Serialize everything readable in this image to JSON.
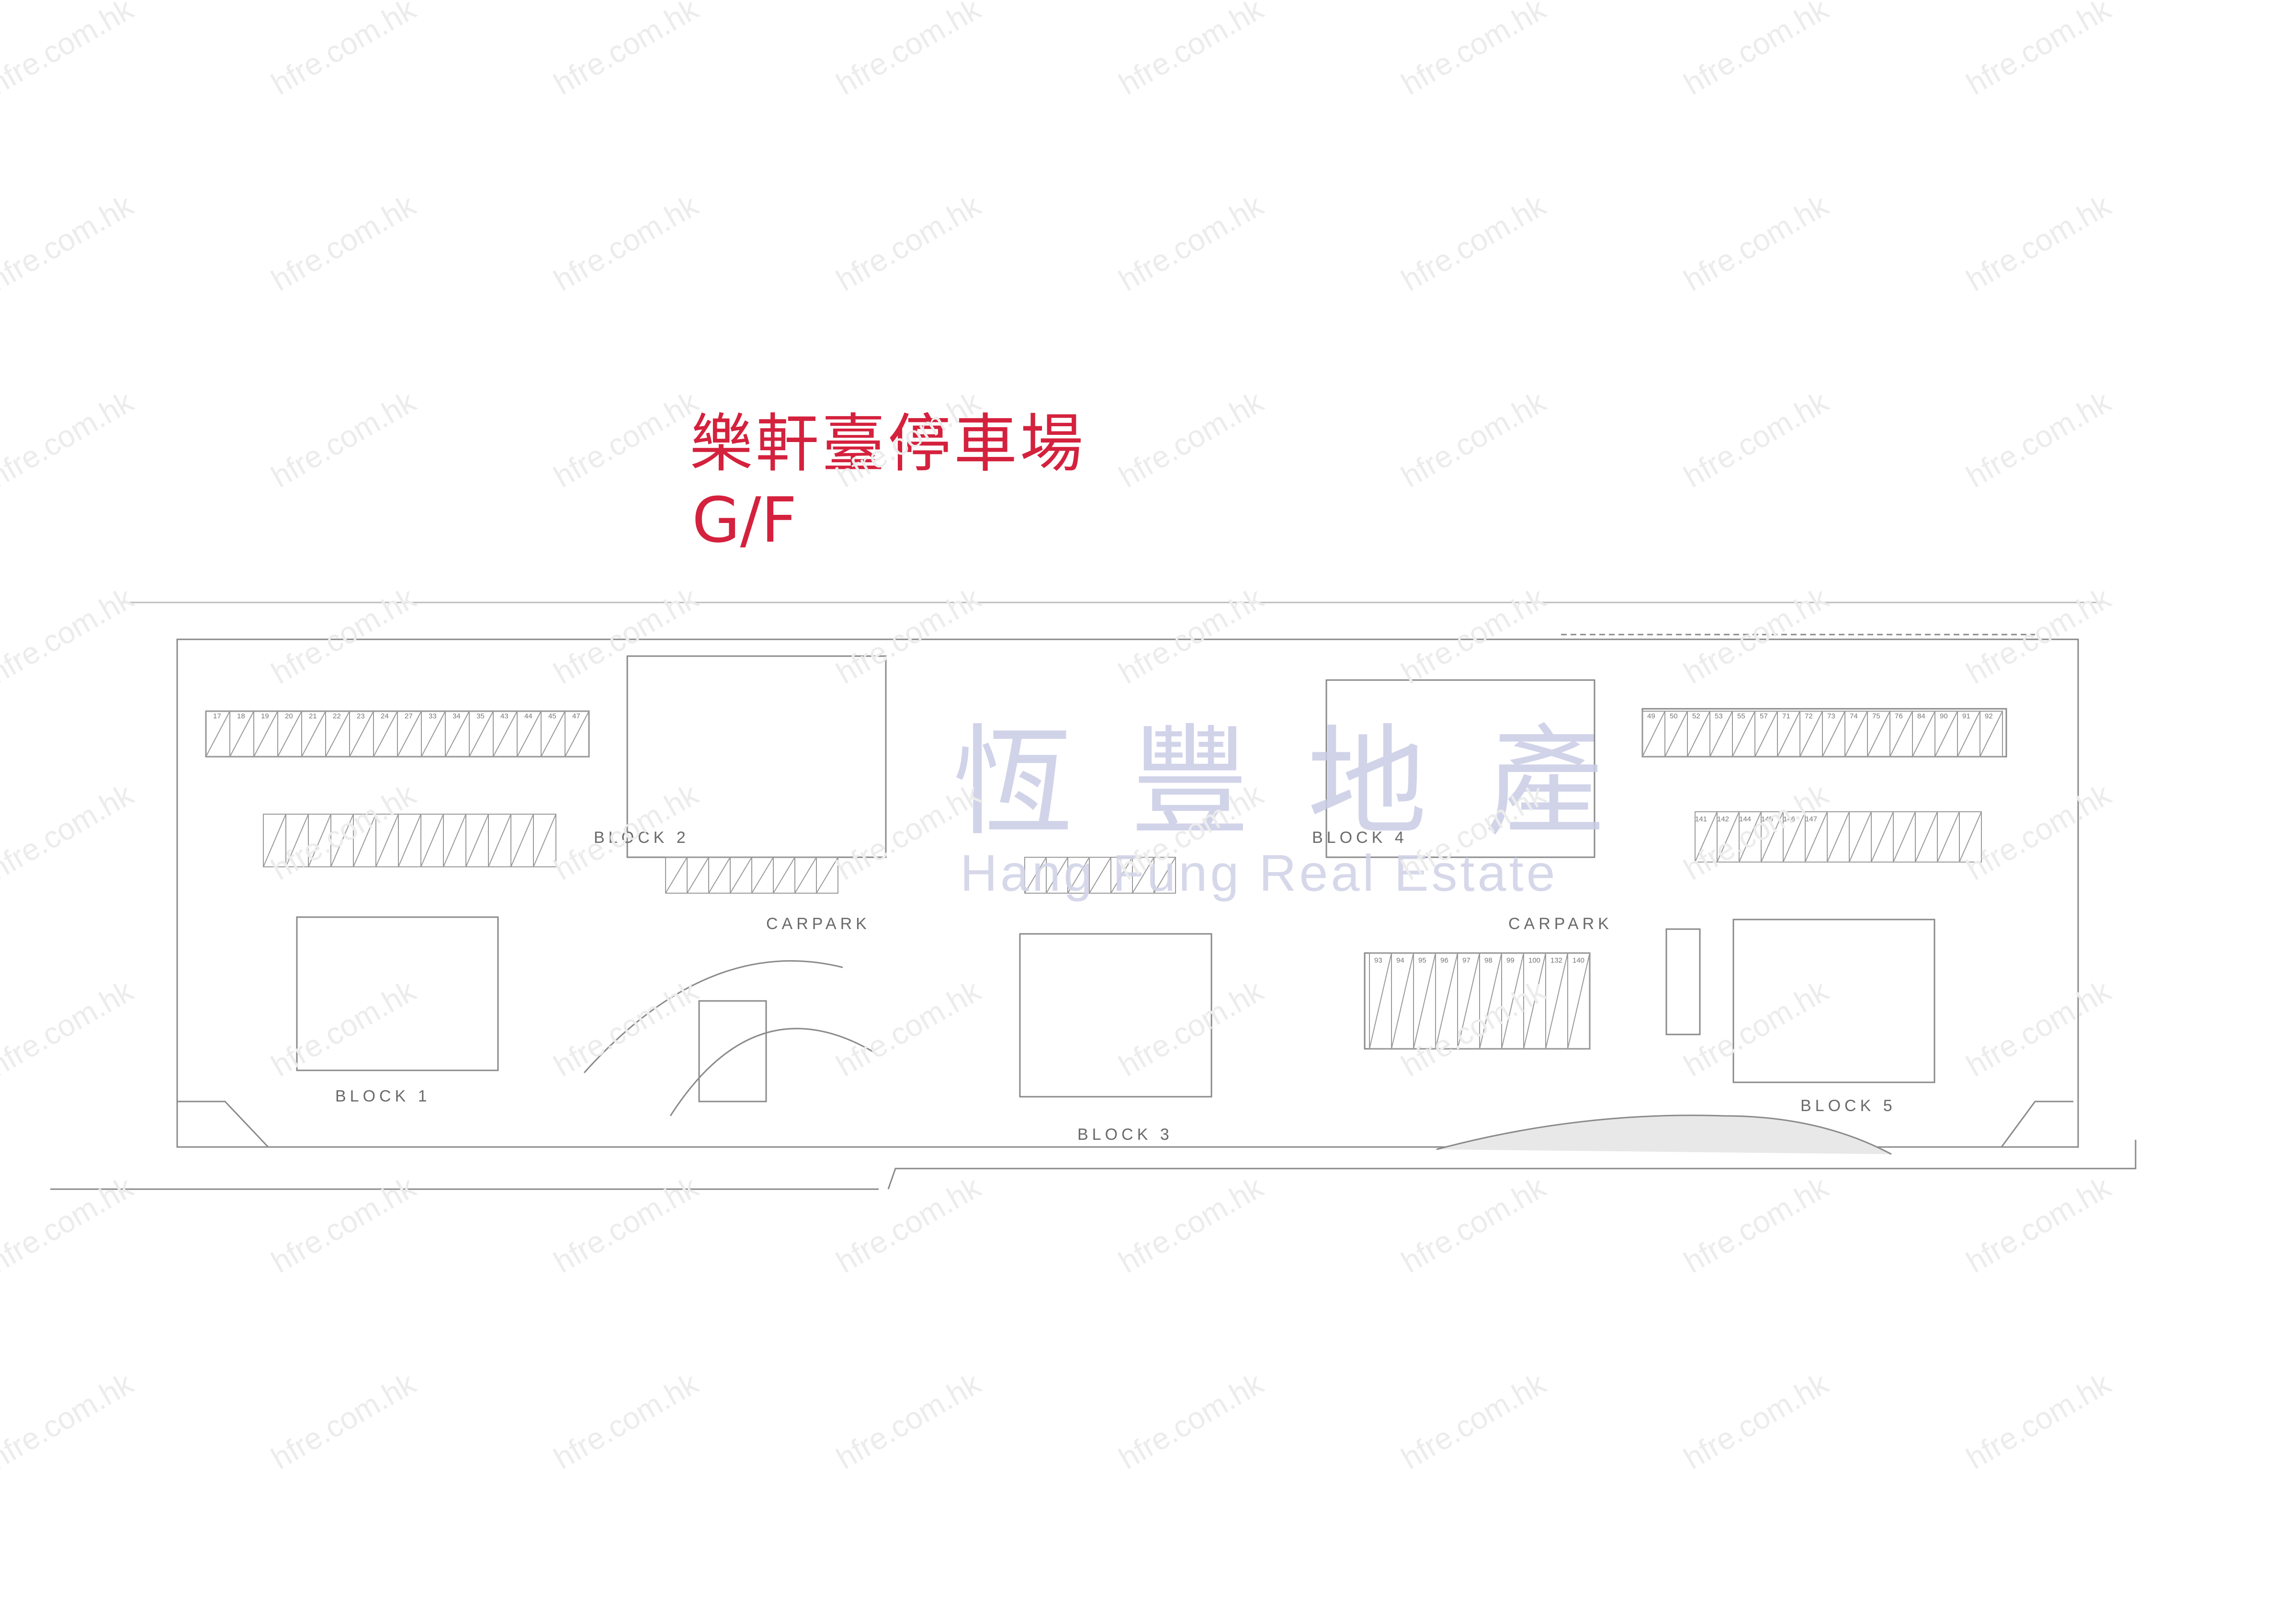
{
  "title": {
    "name_zh": "樂軒臺停車場",
    "floor": "G/F"
  },
  "watermark": {
    "url": "hfre.com.hk",
    "logo_zh": "恆豐地產",
    "logo_en": "Hang Fung Real Estate"
  },
  "plan": {
    "labels": [
      {
        "key": "block1",
        "text": "BLOCK 1"
      },
      {
        "key": "block2",
        "text": "BLOCK 2"
      },
      {
        "key": "block3",
        "text": "BLOCK 3"
      },
      {
        "key": "block4",
        "text": "BLOCK 4"
      },
      {
        "key": "block5",
        "text": "BLOCK 5"
      },
      {
        "key": "carpark_left",
        "text": "CARPARK"
      },
      {
        "key": "carpark_right",
        "text": "CARPARK"
      }
    ],
    "space_numbers": [
      "17",
      "18",
      "19",
      "20",
      "21",
      "22",
      "23",
      "24",
      "27",
      "33",
      "34",
      "35",
      "43",
      "44",
      "45",
      "47",
      "49",
      "50",
      "52",
      "53",
      "55",
      "57",
      "71",
      "72",
      "73",
      "74",
      "75",
      "76",
      "84",
      "90",
      "91",
      "92",
      "93",
      "94",
      "95",
      "96",
      "97",
      "98",
      "99",
      "100",
      "132",
      "140",
      "141",
      "142",
      "144",
      "145",
      "146",
      "147"
    ],
    "colors": {
      "lines": "#8a8a8a",
      "title": "#d4213d",
      "logo": "#c9cce6"
    }
  }
}
